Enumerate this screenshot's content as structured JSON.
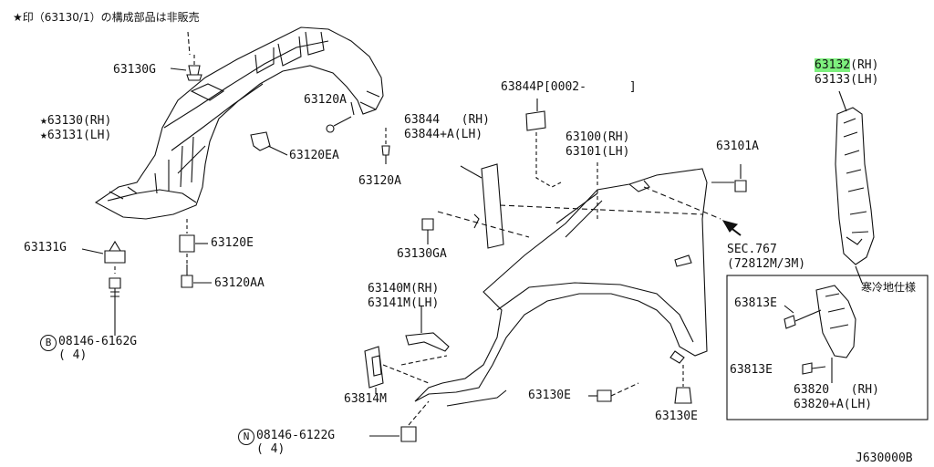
{
  "note": "★印（63130/1）の構成部品は非販売",
  "cold_spec": "寒冷地仕様",
  "code": "J630000B",
  "labels": {
    "p63130G": "63130G",
    "p63130": "★63130(RH)",
    "p63131": "★63131(LH)",
    "p63120A_1": "63120A",
    "p63120EA": "63120EA",
    "p63120A_2": "63120A",
    "p63131G": "63131G",
    "p63120E": "63120E",
    "p63120AA": "63120AA",
    "b_bolt": "08146-6162G",
    "b_qty": "( 4)",
    "p63844P": "63844P[0002-      ]",
    "p63844": "63844   (RH)",
    "p63844A": "63844+A(LH)",
    "p63100": "63100(RH)",
    "p63101": "63101(LH)",
    "p63101A": "63101A",
    "p63130GA": "63130GA",
    "sec": "SEC.767",
    "sec_ref": "(72812M/3M)",
    "p63140M": "63140M(RH)",
    "p63141M": "63141M(LH)",
    "p63814M": "63814M",
    "p63130E_1": "63130E",
    "p63130E_2": "63130E",
    "n_bolt": "08146-6122G",
    "n_qty": "( 4)",
    "p63132": "63132",
    "p63132_side": "(RH)",
    "p63133": "63133(LH)",
    "p63813E_1": "63813E",
    "p63813E_2": "63813E",
    "p63820": "63820   (RH)",
    "p63820A": "63820+A(LH)"
  },
  "badges": {
    "b": "B",
    "n": "N"
  },
  "highlight_color": "#7ef07e"
}
